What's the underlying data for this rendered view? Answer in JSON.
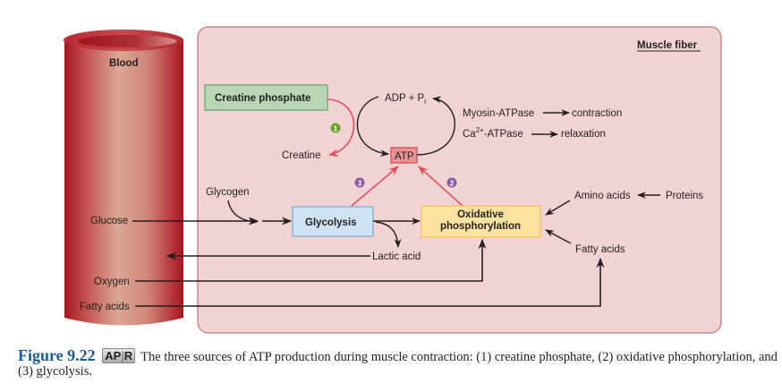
{
  "figure": {
    "blood_vessel": {
      "label": "Blood",
      "inputs": {
        "glucose": "Glucose",
        "oxygen": "Oxygen",
        "fatty_acids": "Fatty acids"
      }
    },
    "muscle_fiber": {
      "label": "Muscle fiber",
      "nodes": {
        "creatine_phosphate": "Creatine phosphate",
        "creatine": "Creatine",
        "adp_pi": "ADP + P",
        "adp_pi_subscript": "i",
        "atp": "ATP",
        "glycogen": "Glycogen",
        "glycolysis": "Glycolysis",
        "lactic_acid": "Lactic acid",
        "oxidative_line1": "Oxidative",
        "oxidative_line2": "phosphorylation",
        "amino_acids": "Amino acids",
        "proteins": "Proteins",
        "fatty_acids": "Fatty acids"
      },
      "atp_uses": [
        {
          "enzyme": "Myosin-ATPase",
          "enzyme_sup": "",
          "result": "contraction"
        },
        {
          "enzyme": "Ca",
          "enzyme_sup": "2+",
          "enzyme_suffix": "-ATPase",
          "result": "relaxation"
        }
      ],
      "pathway_markers": [
        {
          "number": "1",
          "pathway": "creatine phosphate",
          "color": "#6aa22d"
        },
        {
          "number": "2",
          "pathway": "oxidative phosphorylation",
          "color": "#8a5ba6"
        },
        {
          "number": "3",
          "pathway": "glycolysis",
          "color": "#8a5ba6"
        }
      ]
    },
    "colors": {
      "muscle_fill": "#f0d3d2",
      "muscle_border": "#c98a89",
      "creatine_box": "#b9d6b3",
      "glycolysis_box": "#cfe3f5",
      "oxidative_box": "#fde1a0",
      "atp_box": "#e89292",
      "red_arrow": "#e0525a"
    }
  },
  "caption": {
    "figure_number": "Figure 9.22",
    "badge_ap": "AP",
    "badge_sep": "|",
    "badge_r": "R",
    "text": "The three sources of ATP production during muscle contraction: (1) creatine phosphate, (2) oxidative phosphorylation, and (3) glycolysis."
  }
}
